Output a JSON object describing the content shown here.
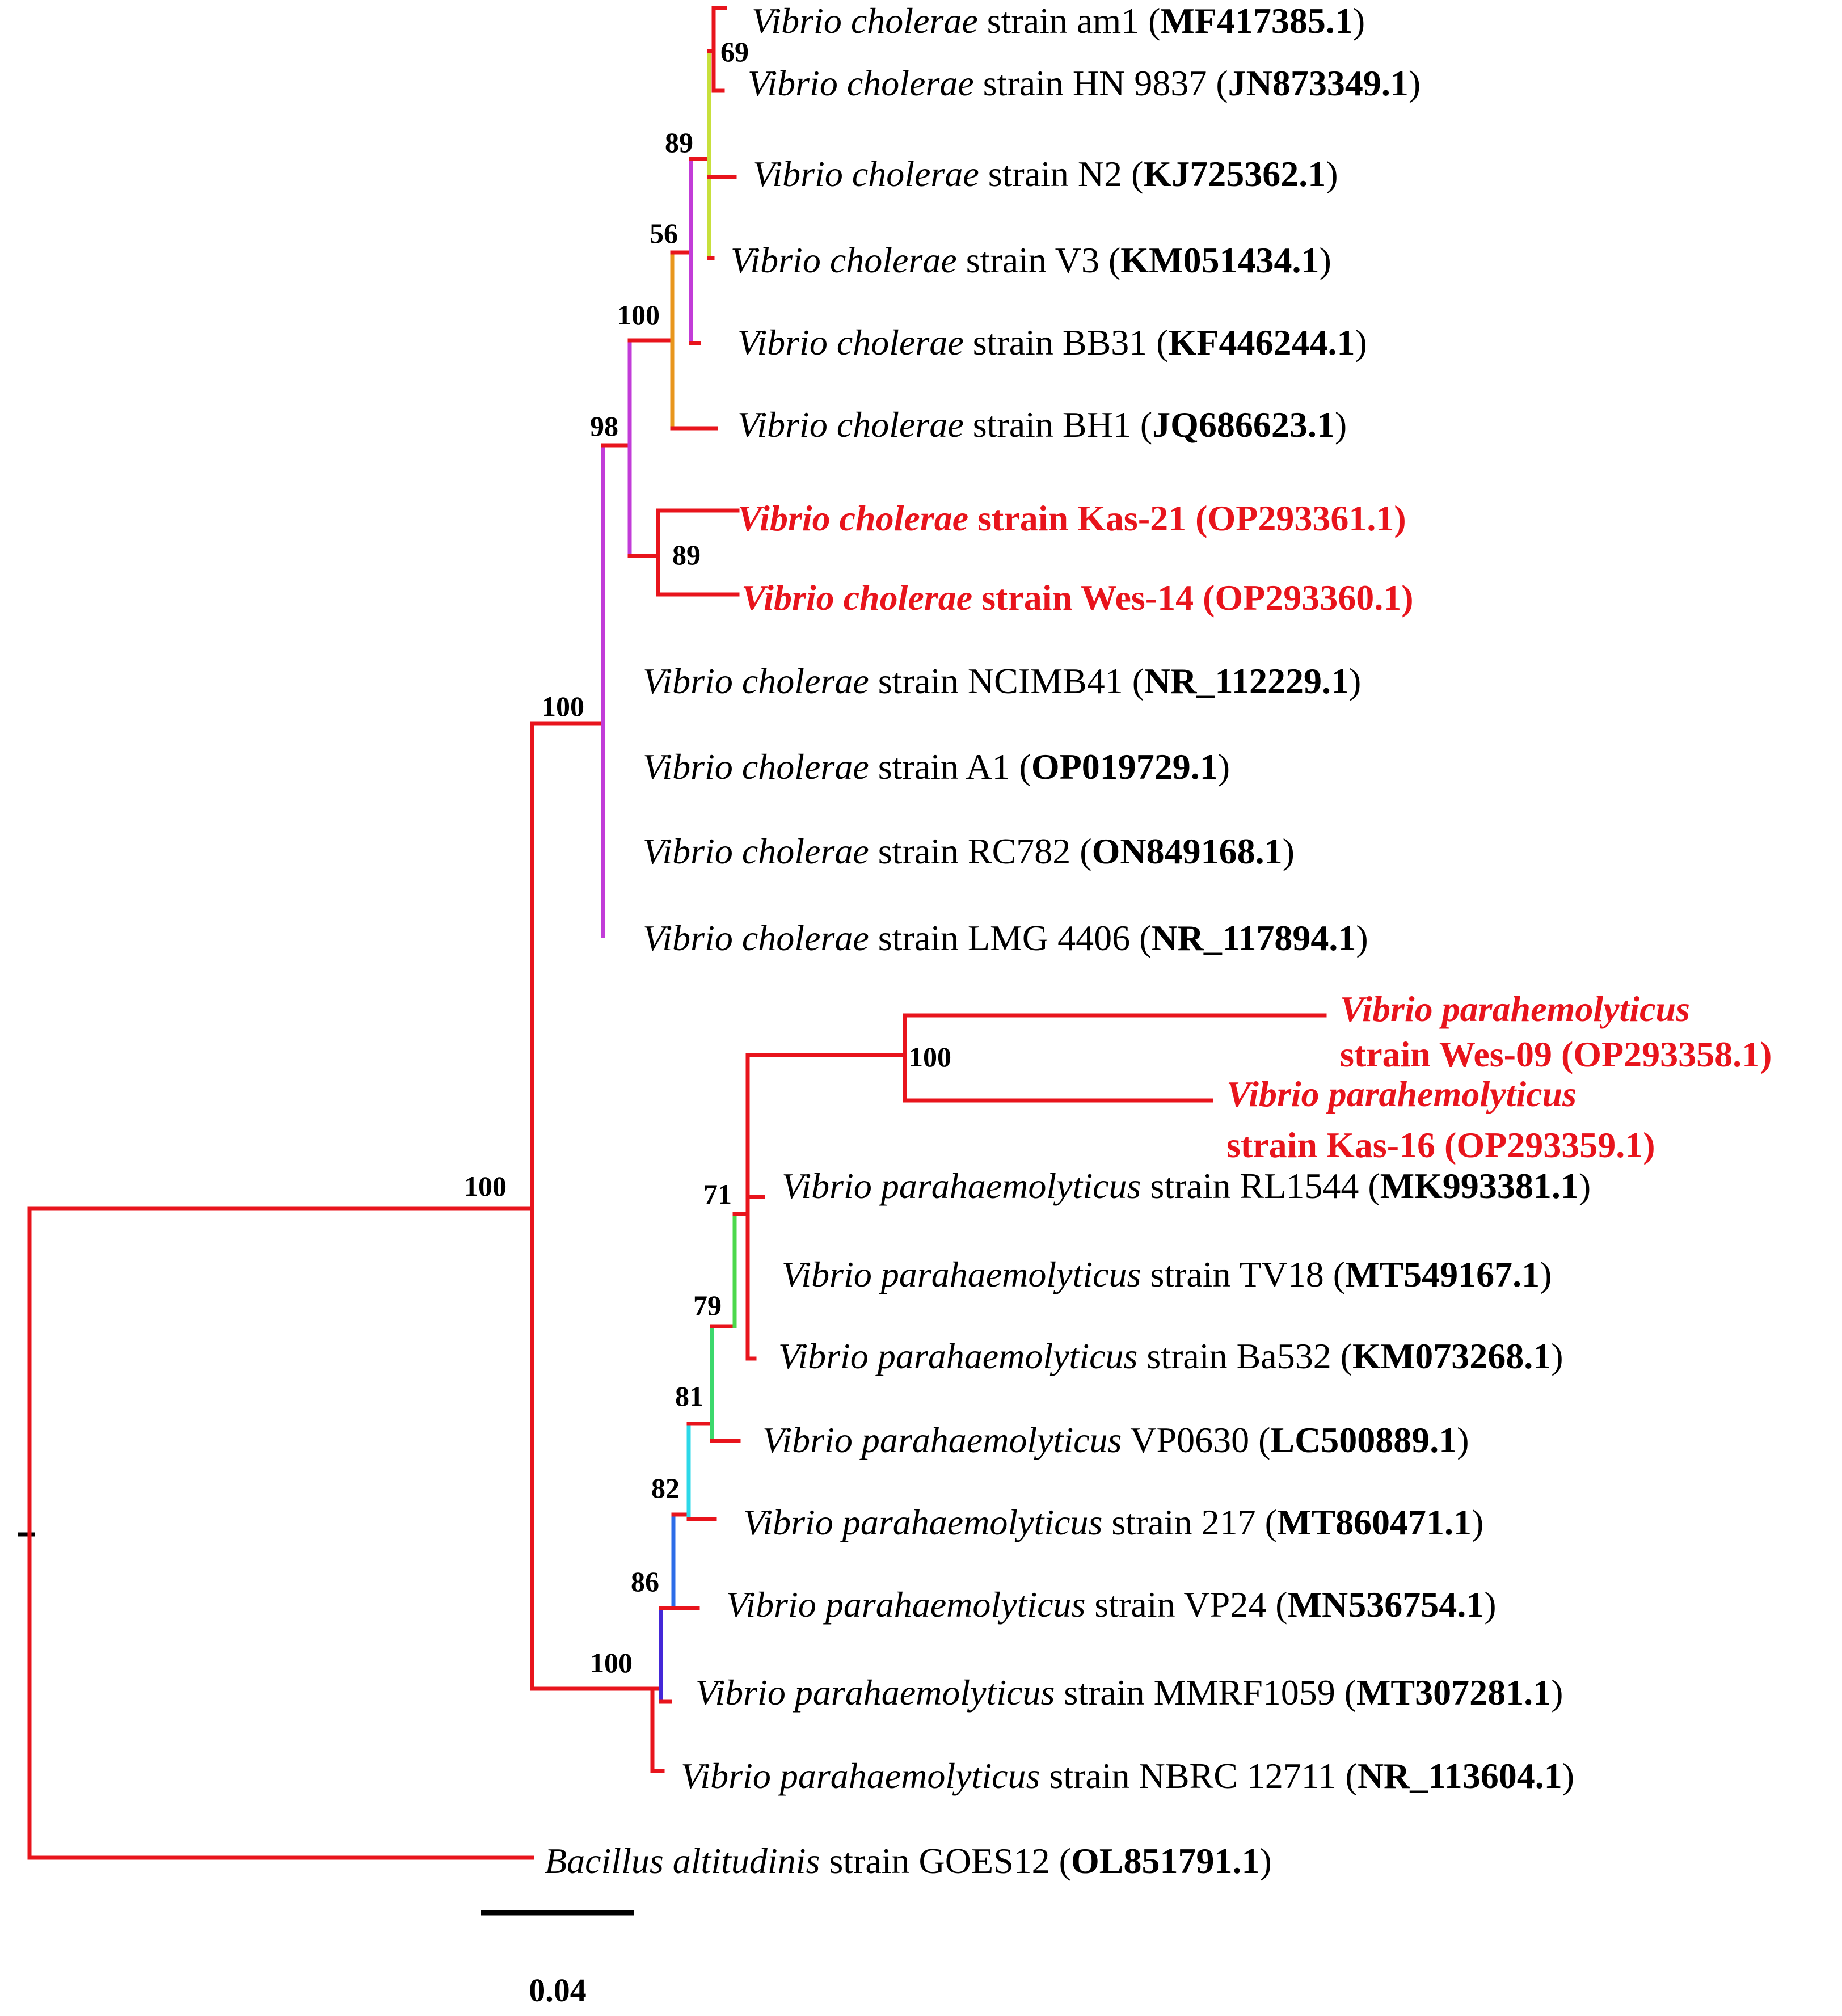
{
  "tree": {
    "tips": [
      {
        "species": "Vibrio cholerae",
        "strain": " strain am1 ",
        "open": "(",
        "accession": "MF417385.1",
        "close": ")",
        "highlight": false
      },
      {
        "species": "Vibrio cholerae",
        "strain": " strain HN 9837 ",
        "open": "(",
        "accession": "JN873349.1",
        "close": ")",
        "highlight": false
      },
      {
        "species": "Vibrio cholerae",
        "strain": " strain N2 ",
        "open": "(",
        "accession": "KJ725362.1",
        "close": ")",
        "highlight": false
      },
      {
        "species": "Vibrio cholerae",
        "strain": " strain V3 ",
        "open": "(",
        "accession": "KM051434.1",
        "close": ")",
        "highlight": false
      },
      {
        "species": "Vibrio cholerae",
        "strain": " strain BB31 ",
        "open": "(",
        "accession": "KF446244.1",
        "close": ")",
        "highlight": false
      },
      {
        "species": "Vibrio cholerae",
        "strain": " strain BH1 ",
        "open": "(",
        "accession": "JQ686623.1",
        "close": ")",
        "highlight": false
      },
      {
        "species": "Vibrio cholerae",
        "strain": " strain Kas-21 ",
        "open": "(",
        "accession": "OP293361.1",
        "close": ")",
        "highlight": true
      },
      {
        "species": "Vibrio cholerae",
        "strain": " strain Wes-14 ",
        "open": "(",
        "accession": "OP293360.1",
        "close": ")",
        "highlight": true
      },
      {
        "species": "Vibrio cholerae",
        "strain": " strain NCIMB41 ",
        "open": "(",
        "accession": "NR_112229.1",
        "close": ")",
        "highlight": false
      },
      {
        "species": "Vibrio cholerae",
        "strain": " strain A1 ",
        "open": "(",
        "accession": "OP019729.1",
        "close": ")",
        "highlight": false
      },
      {
        "species": "Vibrio cholerae",
        "strain": " strain RC782 ",
        "open": "(",
        "accession": "ON849168.1",
        "close": ")",
        "highlight": false
      },
      {
        "species": "Vibrio cholerae",
        "strain": " strain LMG 4406 ",
        "open": "(",
        "accession": "NR_117894.1",
        "close": ")",
        "highlight": false
      },
      {
        "species": "Vibrio parahemolyticus",
        "strain": "strain Wes-09 (OP293358.1)",
        "highlight": true,
        "two_line": true
      },
      {
        "species": "Vibrio parahemolyticus",
        "strain": "strain Kas-16 (OP293359.1)",
        "highlight": true,
        "two_line": true
      },
      {
        "species": "Vibrio parahaemolyticus",
        "strain": " strain RL1544 ",
        "open": "(",
        "accession": "MK993381.1",
        "close": ")",
        "highlight": false
      },
      {
        "species": "Vibrio parahaemolyticus",
        "strain": " strain TV18 ",
        "open": "(",
        "accession": "MT549167.1",
        "close": ")",
        "highlight": false
      },
      {
        "species": "Vibrio parahaemolyticus",
        "strain": " strain Ba532 ",
        "open": "(",
        "accession": "KM073268.1",
        "close": ")",
        "highlight": false
      },
      {
        "species": "Vibrio parahaemolyticus",
        "strain": " VP0630 ",
        "open": "(",
        "accession": "LC500889.1",
        "close": ")",
        "highlight": false
      },
      {
        "species": "Vibrio parahaemolyticus",
        "strain": " strain 217 ",
        "open": "(",
        "accession": "MT860471.1",
        "close": ")",
        "highlight": false
      },
      {
        "species": "Vibrio parahaemolyticus",
        "strain": " strain VP24 ",
        "open": "(",
        "accession": "MN536754.1",
        "close": ")",
        "highlight": false
      },
      {
        "species": "Vibrio parahaemolyticus",
        "strain": " strain MMRF1059 ",
        "open": "(",
        "accession": "MT307281.1",
        "close": ")",
        "highlight": false
      },
      {
        "species": "Vibrio parahaemolyticus",
        "strain": " strain NBRC 12711 ",
        "open": "(",
        "accession": "NR_113604.1",
        "close": ")",
        "highlight": false
      },
      {
        "species": "Bacillus altitudinis",
        "strain": " strain GOES12 ",
        "open": "(",
        "accession": "OL851791.1",
        "close": ")",
        "highlight": false
      }
    ],
    "bootstrap": [
      "69",
      "89",
      "56",
      "100",
      "98",
      "89",
      "100",
      "100",
      "100",
      "71",
      "79",
      "81",
      "82",
      "86",
      "100"
    ],
    "scale_bar": "0.04",
    "colors": {
      "branch": "#e8141c",
      "highlight_text": "#e8141c",
      "node_69": "#c8e03c",
      "node_89": "#c23cd8",
      "node_56": "#e8961c",
      "node_98": "#c23cd8",
      "node_71": "#4cd84c",
      "node_79": "#3cd86c",
      "node_81": "#2cd8e8",
      "node_82": "#2c6ce8",
      "node_86": "#4428d8"
    }
  }
}
